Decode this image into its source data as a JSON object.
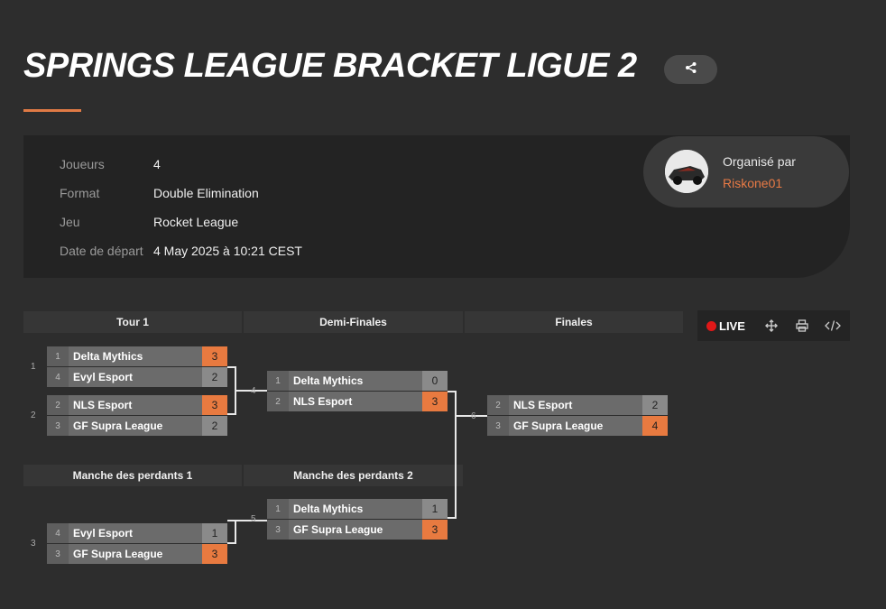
{
  "header": {
    "title": "SPRINGS LEAGUE BRACKET LIGUE 2",
    "share_icon": "share-icon"
  },
  "info": {
    "players_label": "Joueurs",
    "players_value": "4",
    "format_label": "Format",
    "format_value": "Double Elimination",
    "game_label": "Jeu",
    "game_value": "Rocket League",
    "start_label": "Date de départ",
    "start_value": "4 May 2025 à 10:21 CEST"
  },
  "organizer": {
    "label": "Organisé par",
    "name": "Riskone01"
  },
  "rounds": {
    "r1": "Tour 1",
    "semi": "Demi-Finales",
    "finals": "Finales",
    "lb1": "Manche des perdants 1",
    "lb2": "Manche des perdants 2"
  },
  "toolbar": {
    "live_label": "LIVE",
    "icons": [
      "move-icon",
      "print-icon",
      "embed-code-icon"
    ]
  },
  "colors": {
    "accent": "#e87a40",
    "link": "#e87a45",
    "live": "#e01818"
  },
  "matches": [
    {
      "num": "1",
      "teams": [
        {
          "seed": "1",
          "name": "Delta Mythics",
          "score": "3",
          "win": true
        },
        {
          "seed": "4",
          "name": "Evyl Esport",
          "score": "2",
          "win": false
        }
      ]
    },
    {
      "num": "2",
      "teams": [
        {
          "seed": "2",
          "name": "NLS Esport",
          "score": "3",
          "win": true
        },
        {
          "seed": "3",
          "name": "GF Supra League",
          "score": "2",
          "win": false
        }
      ]
    },
    {
      "num": "4",
      "teams": [
        {
          "seed": "1",
          "name": "Delta Mythics",
          "score": "0",
          "win": false
        },
        {
          "seed": "2",
          "name": "NLS Esport",
          "score": "3",
          "win": true
        }
      ]
    },
    {
      "num": "6",
      "teams": [
        {
          "seed": "2",
          "name": "NLS Esport",
          "score": "2",
          "win": false
        },
        {
          "seed": "3",
          "name": "GF Supra League",
          "score": "4",
          "win": true
        }
      ]
    },
    {
      "num": "3",
      "teams": [
        {
          "seed": "4",
          "name": "Evyl Esport",
          "score": "1",
          "win": false
        },
        {
          "seed": "3",
          "name": "GF Supra League",
          "score": "3",
          "win": true
        }
      ]
    },
    {
      "num": "5",
      "teams": [
        {
          "seed": "1",
          "name": "Delta Mythics",
          "score": "1",
          "win": false
        },
        {
          "seed": "3",
          "name": "GF Supra League",
          "score": "3",
          "win": true
        }
      ]
    }
  ]
}
